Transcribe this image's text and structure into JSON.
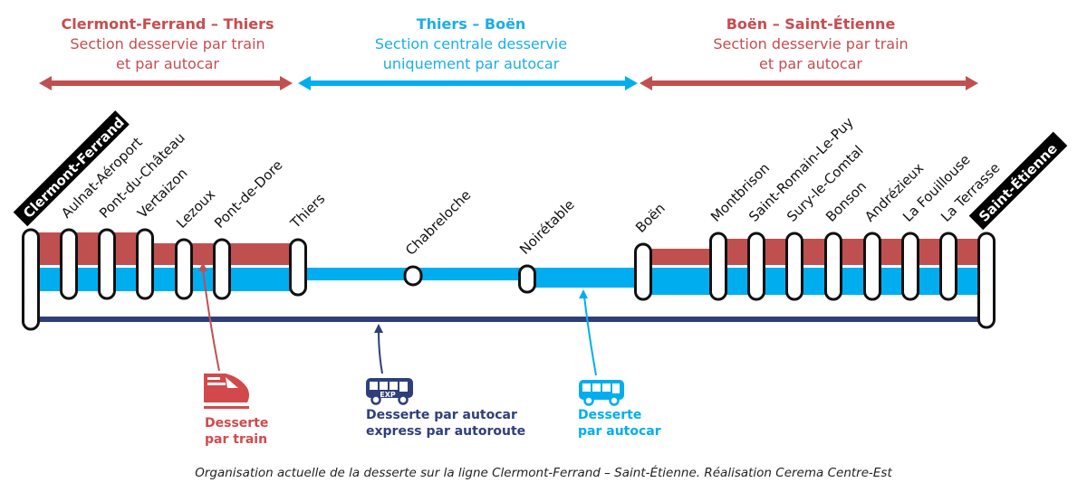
{
  "colors": {
    "train": "#c05050",
    "autocar": "#00aeef",
    "express": "#2e3f7a",
    "section_red_text": "#c84c4f",
    "section_blue_text": "#1aaee8"
  },
  "sections": [
    {
      "title": "Clermont-Ferrand – Thiers",
      "line1": "Section desservie par train",
      "line2": "et par autocar",
      "mode": "train+autocar"
    },
    {
      "title": "Thiers – Boën",
      "line1": "Section centrale desservie",
      "line2": "uniquement par autocar",
      "mode": "autocar"
    },
    {
      "title": "Boën – Saint-Étienne",
      "line1": "Section desservie par train",
      "line2": "et par autocar",
      "mode": "train+autocar"
    }
  ],
  "stations": [
    {
      "name": "Clermont-Ferrand",
      "terminus": true
    },
    {
      "name": "Aulnat-Aéroport"
    },
    {
      "name": "Pont-du-Château"
    },
    {
      "name": "Vertaizon"
    },
    {
      "name": "Lezoux"
    },
    {
      "name": "Pont-de-Dore"
    },
    {
      "name": "Thiers"
    },
    {
      "name": "Chabreloche"
    },
    {
      "name": "Noirétable"
    },
    {
      "name": "Boën"
    },
    {
      "name": "Montbrison"
    },
    {
      "name": "Saint-Romain-Le-Puy"
    },
    {
      "name": "Sury-le-Comtal"
    },
    {
      "name": "Bonson"
    },
    {
      "name": "Andrézieux"
    },
    {
      "name": "La Fouillouse"
    },
    {
      "name": "La Terrasse"
    },
    {
      "name": "Saint-Étienne",
      "terminus": true
    }
  ],
  "legend": {
    "train": {
      "icon": "train-icon",
      "line1": "Desserte",
      "line2": "par train"
    },
    "express": {
      "icon": "express-bus-icon",
      "badge": "EXP",
      "line1": "Desserte par autocar",
      "line2": "express par autoroute"
    },
    "autocar": {
      "icon": "bus-icon",
      "line1": "Desserte",
      "line2": "par autocar"
    }
  },
  "caption": "Organisation actuelle de la desserte sur la ligne Clermont-Ferrand – Saint-Étienne. Réalisation Cerema Centre-Est"
}
